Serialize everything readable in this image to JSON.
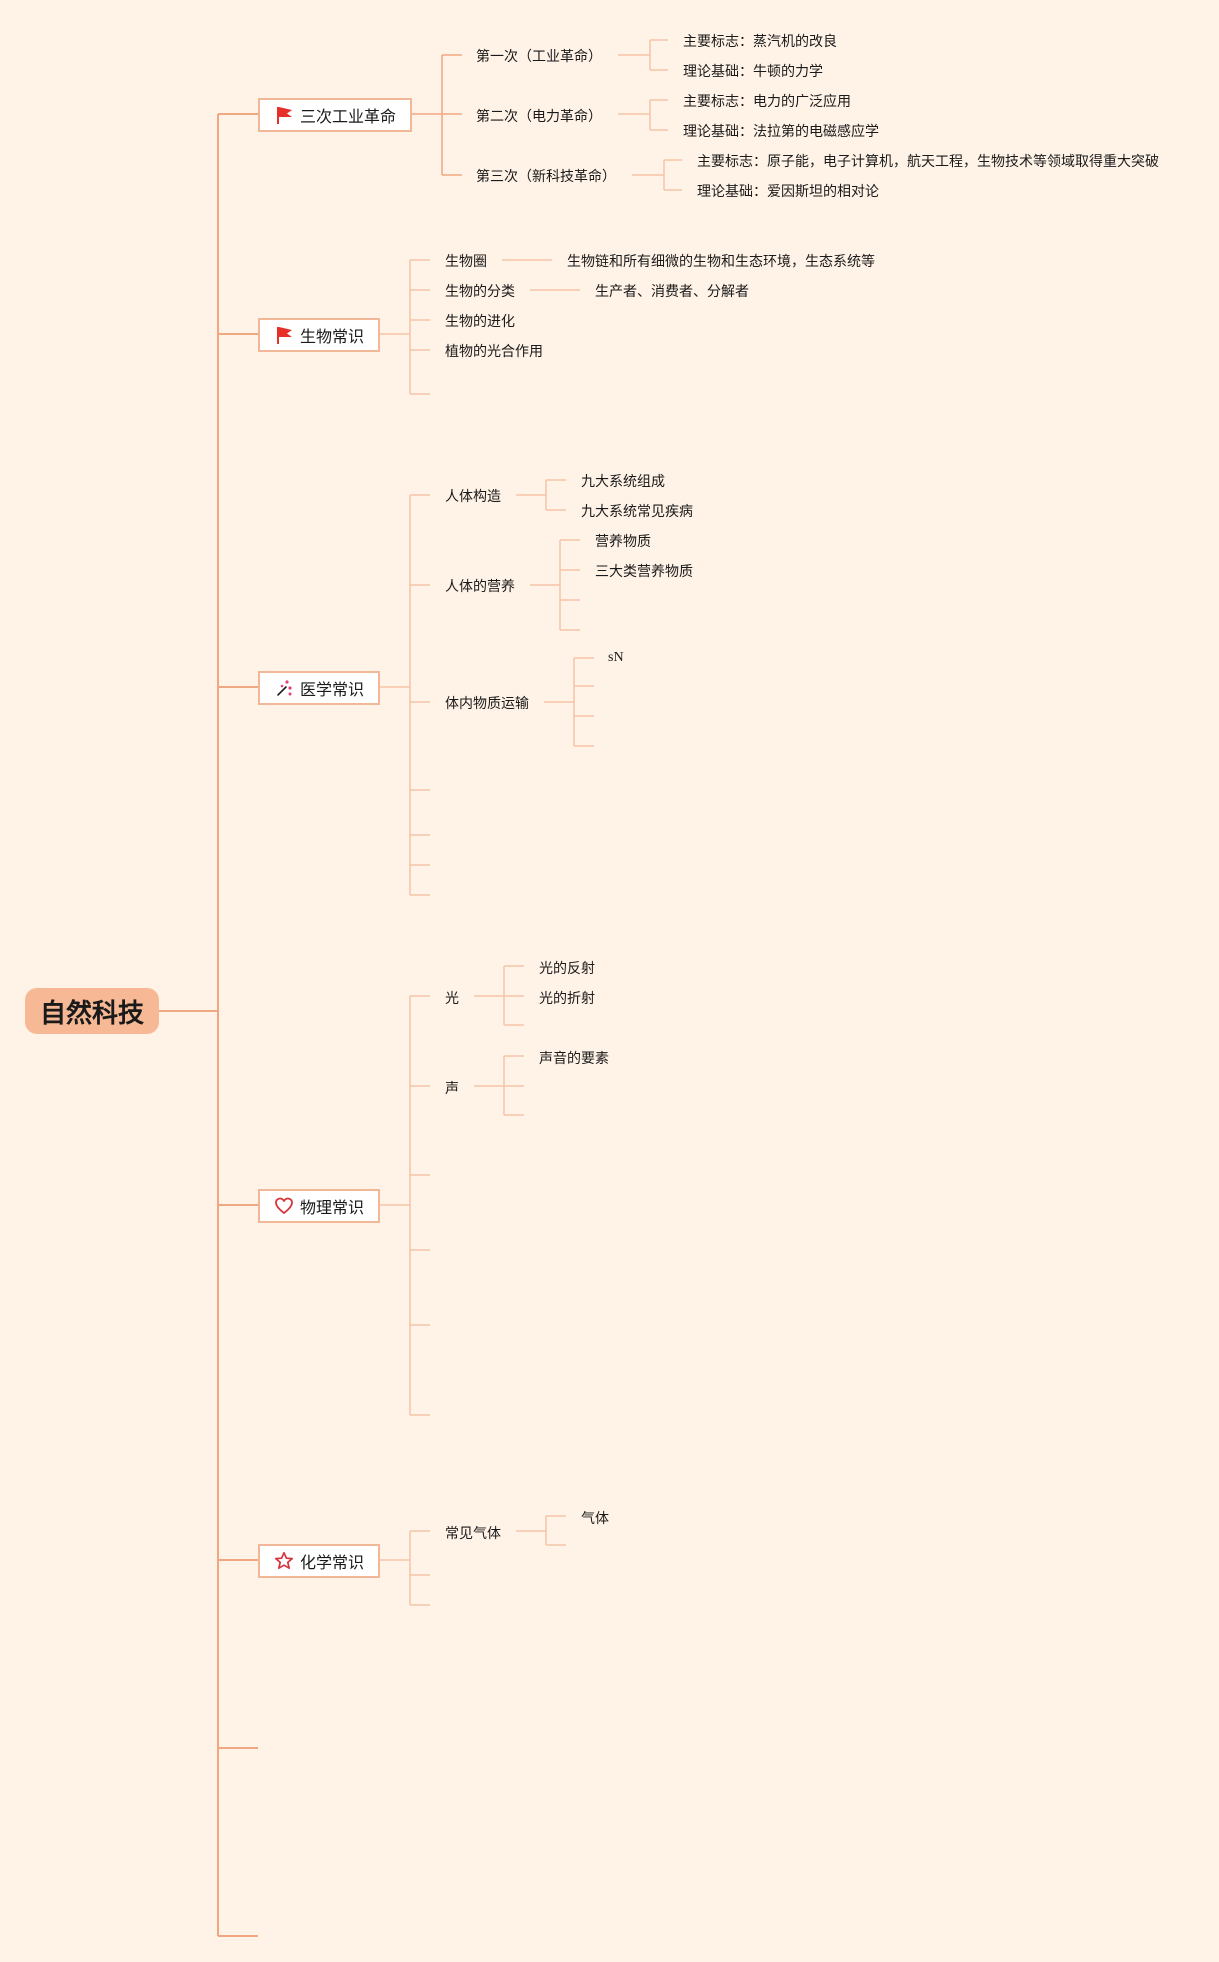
{
  "root": "自然科技",
  "categories": {
    "industrial": {
      "label": "三次工业革命",
      "icon": "flag-icon",
      "first": {
        "label": "第一次（工业革命）",
        "c1": "主要标志：蒸汽机的改良",
        "c2": "理论基础：牛顿的力学"
      },
      "second": {
        "label": "第二次（电力革命）",
        "c1": "主要标志：电力的广泛应用",
        "c2": "理论基础：法拉第的电磁感应学"
      },
      "third": {
        "label": "第三次（新科技革命）",
        "c1": "主要标志：原子能，电子计算机，航天工程，生物技术等领域取得重大突破",
        "c2": "理论基础：爱因斯坦的相对论"
      }
    },
    "biology": {
      "label": "生物常识",
      "icon": "flag-icon",
      "biosphere": {
        "label": "生物圈",
        "child": "生物链和所有细微的生物和生态环境，生态系统等"
      },
      "classification": {
        "label": "生物的分类",
        "child": "生产者、消费者、分解者"
      },
      "evolution": "生物的进化",
      "photosynthesis": "植物的光合作用"
    },
    "medical": {
      "label": "医学常识",
      "icon": "medical-sparkle-icon",
      "structure": {
        "label": "人体构造",
        "c1": "九大系统组成",
        "c2": "九大系统常见疾病"
      },
      "nutrition": {
        "label": "人体的营养",
        "c1": "营养物质",
        "c2": "三大类营养物质"
      },
      "transport": {
        "label": "体内物质运输",
        "c1": "sN"
      }
    },
    "physics": {
      "label": "物理常识",
      "icon": "heart-icon",
      "light": {
        "label": "光",
        "c1": "光的反射",
        "c2": "光的折射"
      },
      "sound": {
        "label": "声",
        "c1": "声音的要素"
      }
    },
    "chemistry": {
      "label": "化学常识",
      "icon": "star-icon",
      "gas": {
        "label": "常见气体",
        "c1": "气体"
      }
    }
  },
  "colors": {
    "background": "#fff2e7",
    "line_main": "#f0a882",
    "line_light": "#f6c4a8",
    "root_fill": "#f7b995",
    "flag_red": "#e8302a",
    "heart_red": "#d9343b",
    "star_red": "#d9343b",
    "sparkle_pink": "#e0447a"
  }
}
